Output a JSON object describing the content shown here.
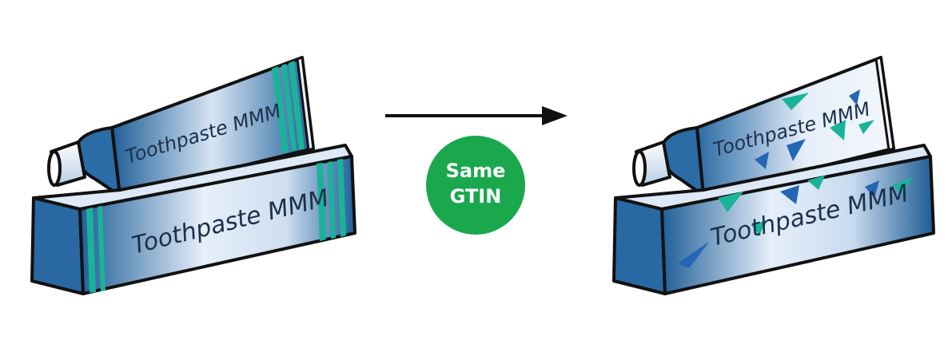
{
  "left_product": {
    "tube_label": "Toothpaste MMM",
    "box_label": "Toothpaste MMM",
    "design": "original-stripes"
  },
  "right_product": {
    "tube_label": "Toothpaste MMM",
    "box_label": "Toothpaste MMM",
    "design": "new-triangle-pattern"
  },
  "badge": {
    "line1": "Same",
    "line2": "GTIN",
    "color": "#1aa84d"
  },
  "colors": {
    "blue_dark": "#1f5f98",
    "blue_light": "#e6effa",
    "stripe_teal": "#1ab39a",
    "accent_dark_blue": "#2465b5"
  }
}
